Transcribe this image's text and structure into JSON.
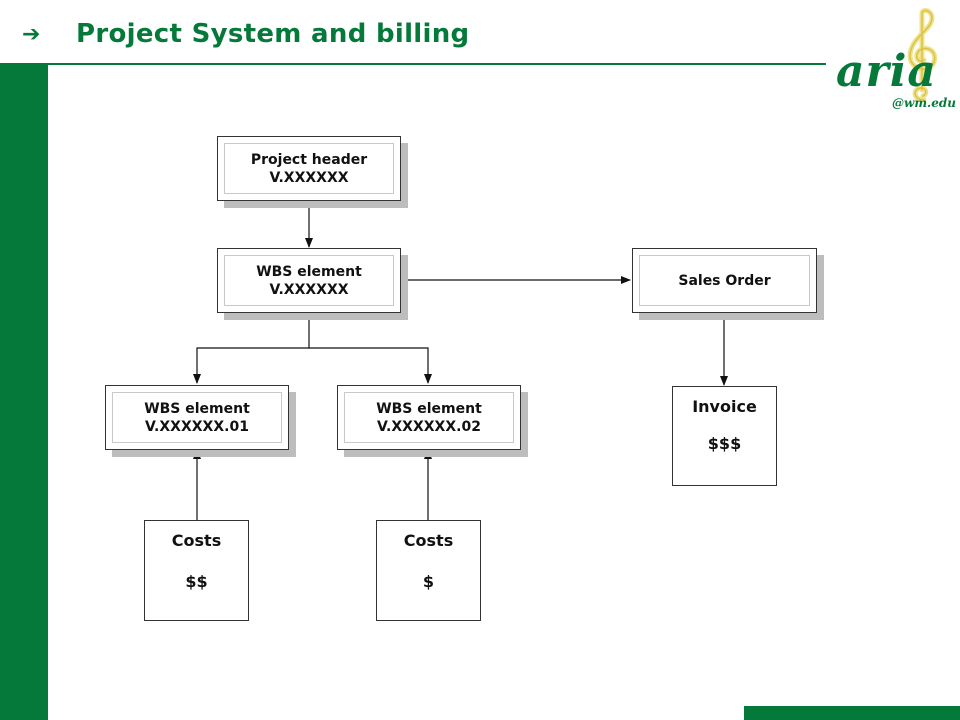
{
  "colors": {
    "brand_green": "#05793a",
    "shadow": "#bdbdbd"
  },
  "header": {
    "icon": "right-arrow-icon",
    "title": "Project System and billing"
  },
  "logo": {
    "word": "aria",
    "domain": "@wm.edu",
    "icon": "treble-clef-icon"
  },
  "diagram": {
    "project_header": {
      "line1": "Project header",
      "line2": "V.XXXXXX"
    },
    "wbs_top": {
      "line1": "WBS element",
      "line2": "V.XXXXXX"
    },
    "sales_order": {
      "line1": "Sales Order"
    },
    "wbs_01": {
      "line1": "WBS element",
      "line2": "V.XXXXXX.01"
    },
    "wbs_02": {
      "line1": "WBS element",
      "line2": "V.XXXXXX.02"
    },
    "invoice": {
      "line1": "Invoice",
      "line2": "$$$"
    },
    "costs_left": {
      "line1": "Costs",
      "line2": "$$"
    },
    "costs_right": {
      "line1": "Costs",
      "line2": "$"
    }
  }
}
